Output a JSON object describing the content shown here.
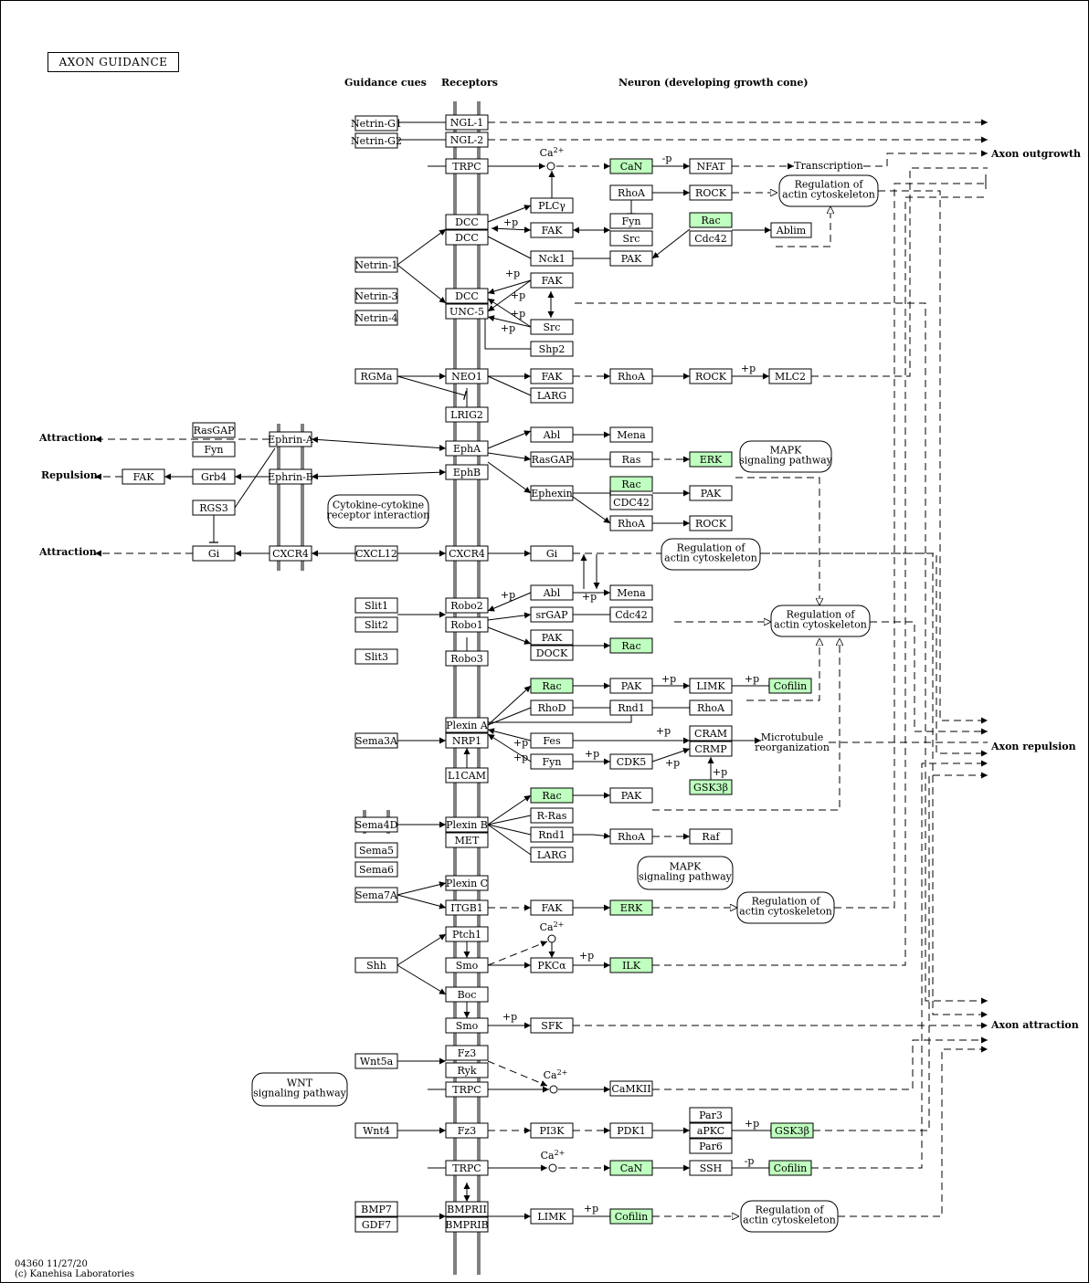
{
  "title": "AXON GUIDANCE",
  "headers": {
    "cues": "Guidance cues",
    "receptors": "Receptors",
    "neuron": "Neuron (developing growth cone)"
  },
  "outcomes": {
    "outgrowth": "Axon outgrowth",
    "repulsion": "Axon repulsion",
    "attraction": "Axon attraction",
    "attraction_left1": "Attraction",
    "repulsion_left": "Repulsion",
    "attraction_left2": "Attraction"
  },
  "footer": {
    "id": "04360 11/27/20",
    "copyright": "(c) Kanehisa Laboratories"
  },
  "colors": {
    "green": "#bfffbf",
    "white": "#ffffff",
    "membrane": "#808080"
  },
  "nodes": [
    [
      "n1",
      "Netrin-G1",
      388,
      126,
      46,
      16,
      "w"
    ],
    [
      "n2",
      "Netrin-G2",
      388,
      145,
      46,
      16,
      "w"
    ],
    [
      "n3",
      "NGL-1",
      487,
      125,
      46,
      16,
      "w"
    ],
    [
      "n4",
      "NGL-2",
      487,
      144,
      46,
      16,
      "w"
    ],
    [
      "n5",
      "TRPC",
      487,
      173,
      46,
      16,
      "w"
    ],
    [
      "n6",
      "CaN",
      667,
      173,
      46,
      16,
      "g"
    ],
    [
      "n7",
      "NFAT",
      754,
      173,
      46,
      16,
      "w"
    ],
    [
      "n8",
      "PLCγ",
      580,
      216,
      46,
      16,
      "w"
    ],
    [
      "n9",
      "RhoA",
      667,
      202,
      46,
      16,
      "w"
    ],
    [
      "n10",
      "ROCK",
      754,
      202,
      46,
      16,
      "w"
    ],
    [
      "n11",
      "DCC",
      487,
      234,
      46,
      16,
      "w"
    ],
    [
      "n12",
      "DCC",
      487,
      251,
      46,
      16,
      "w"
    ],
    [
      "n13",
      "FAK",
      580,
      243,
      46,
      16,
      "w"
    ],
    [
      "n14",
      "Fyn",
      667,
      233,
      46,
      16,
      "w"
    ],
    [
      "n15",
      "Src",
      667,
      252,
      46,
      16,
      "w"
    ],
    [
      "n16",
      "Rac",
      754,
      232,
      46,
      16,
      "g"
    ],
    [
      "n17",
      "Cdc42",
      754,
      252,
      46,
      16,
      "w"
    ],
    [
      "n18",
      "Ablim",
      843,
      243,
      44,
      16,
      "w"
    ],
    [
      "n19",
      "Netrin-1",
      388,
      281,
      46,
      16,
      "w"
    ],
    [
      "n20",
      "Nck1",
      580,
      274,
      46,
      16,
      "w"
    ],
    [
      "n21",
      "PAK",
      667,
      274,
      46,
      16,
      "w"
    ],
    [
      "n22",
      "FAK",
      580,
      298,
      46,
      16,
      "w"
    ],
    [
      "n23",
      "DCC",
      487,
      315,
      46,
      16,
      "w"
    ],
    [
      "n24",
      "UNC-5",
      487,
      332,
      46,
      16,
      "w"
    ],
    [
      "n25",
      "Netrin-3",
      388,
      315,
      46,
      16,
      "w"
    ],
    [
      "n26",
      "Netrin-4",
      388,
      339,
      46,
      16,
      "w"
    ],
    [
      "n27",
      "Src",
      580,
      349,
      46,
      16,
      "w"
    ],
    [
      "n28",
      "Shp2",
      580,
      373,
      46,
      16,
      "w"
    ],
    [
      "n29",
      "RGMa",
      388,
      403,
      46,
      16,
      "w"
    ],
    [
      "n30",
      "NEO1",
      487,
      403,
      46,
      16,
      "w"
    ],
    [
      "n31",
      "FAK",
      580,
      403,
      46,
      16,
      "w"
    ],
    [
      "n32",
      "RhoA",
      667,
      403,
      46,
      16,
      "w"
    ],
    [
      "n33",
      "ROCK",
      754,
      403,
      46,
      16,
      "w"
    ],
    [
      "n34",
      "MLC2",
      841,
      403,
      46,
      16,
      "w"
    ],
    [
      "n35",
      "LARG",
      580,
      424,
      46,
      16,
      "w"
    ],
    [
      "n36",
      "LRIG2",
      487,
      445,
      46,
      16,
      "w"
    ],
    [
      "n37",
      "RasGAP",
      210,
      462,
      46,
      16,
      "w"
    ],
    [
      "n38",
      "Fyn",
      210,
      483,
      46,
      16,
      "w"
    ],
    [
      "n39",
      "Ephrin-A",
      294,
      472,
      46,
      16,
      "w"
    ],
    [
      "n40",
      "EphA",
      487,
      482,
      46,
      16,
      "w"
    ],
    [
      "n41",
      "EphB",
      487,
      508,
      46,
      16,
      "w"
    ],
    [
      "n42",
      "Abl",
      580,
      467,
      46,
      16,
      "w"
    ],
    [
      "n43",
      "Mena",
      667,
      467,
      46,
      16,
      "w"
    ],
    [
      "n44",
      "RasGAP",
      580,
      494,
      46,
      16,
      "w"
    ],
    [
      "n45",
      "Ras",
      667,
      494,
      46,
      16,
      "w"
    ],
    [
      "n46",
      "ERK",
      754,
      494,
      46,
      16,
      "g"
    ],
    [
      "n47",
      "FAK",
      133,
      513,
      46,
      16,
      "w"
    ],
    [
      "n48",
      "Grb4",
      210,
      513,
      46,
      16,
      "w"
    ],
    [
      "n49",
      "Ephrin-B",
      294,
      513,
      46,
      16,
      "w"
    ],
    [
      "n50",
      "Rac",
      667,
      521,
      46,
      16,
      "g"
    ],
    [
      "n51",
      "CDC42",
      667,
      541,
      46,
      16,
      "w"
    ],
    [
      "n52",
      "Ephexin",
      580,
      531,
      46,
      16,
      "w"
    ],
    [
      "n53",
      "PAK",
      754,
      531,
      46,
      16,
      "w"
    ],
    [
      "n54",
      "RGS3",
      210,
      547,
      46,
      16,
      "w"
    ],
    [
      "n55",
      "RhoA",
      667,
      564,
      46,
      16,
      "w"
    ],
    [
      "n56",
      "ROCK",
      754,
      564,
      46,
      16,
      "w"
    ],
    [
      "n57",
      "Gi",
      210,
      597,
      46,
      16,
      "w"
    ],
    [
      "n58",
      "CXCR4",
      294,
      597,
      46,
      16,
      "w"
    ],
    [
      "n59",
      "CXCL12",
      388,
      597,
      46,
      16,
      "w"
    ],
    [
      "n60",
      "CXCR4",
      487,
      597,
      46,
      16,
      "w"
    ],
    [
      "n61",
      "Gi",
      580,
      597,
      46,
      16,
      "w"
    ],
    [
      "n62",
      "Abl",
      580,
      640,
      46,
      16,
      "w"
    ],
    [
      "n63",
      "Mena",
      667,
      640,
      46,
      16,
      "w"
    ],
    [
      "n64",
      "Slit1",
      388,
      654,
      46,
      16,
      "w"
    ],
    [
      "n65",
      "Robo2",
      487,
      654,
      46,
      16,
      "w"
    ],
    [
      "n66",
      "srGAP",
      580,
      664,
      46,
      16,
      "w"
    ],
    [
      "n67",
      "Cdc42",
      667,
      664,
      46,
      16,
      "w"
    ],
    [
      "n68",
      "Slit2",
      388,
      675,
      46,
      16,
      "w"
    ],
    [
      "n69",
      "Robo1",
      487,
      675,
      46,
      16,
      "w"
    ],
    [
      "n70",
      "PAK",
      580,
      689,
      46,
      16,
      "w"
    ],
    [
      "n71",
      "DOCK",
      580,
      706,
      46,
      16,
      "w"
    ],
    [
      "n72",
      "Rac",
      667,
      698,
      46,
      16,
      "g"
    ],
    [
      "n73",
      "Slit3",
      388,
      710,
      46,
      16,
      "w"
    ],
    [
      "n74",
      "Robo3",
      487,
      712,
      46,
      16,
      "w"
    ],
    [
      "n75",
      "Rac",
      580,
      742,
      46,
      16,
      "g"
    ],
    [
      "n76",
      "PAK",
      667,
      742,
      46,
      16,
      "w"
    ],
    [
      "n77",
      "LIMK",
      754,
      742,
      46,
      16,
      "w"
    ],
    [
      "n78",
      "Cofilin",
      841,
      742,
      46,
      16,
      "g"
    ],
    [
      "n79",
      "RhoD",
      580,
      766,
      46,
      16,
      "w"
    ],
    [
      "n80",
      "Rnd1",
      667,
      766,
      46,
      16,
      "w"
    ],
    [
      "n81",
      "RhoA",
      754,
      766,
      46,
      16,
      "w"
    ],
    [
      "n82",
      "Plexin A",
      487,
      785,
      46,
      16,
      "w"
    ],
    [
      "n83",
      "NRP1",
      487,
      802,
      46,
      16,
      "w"
    ],
    [
      "n84",
      "Sema3A",
      388,
      802,
      46,
      16,
      "w"
    ],
    [
      "n85",
      "Fes",
      580,
      802,
      46,
      16,
      "w"
    ],
    [
      "n86",
      "CRAM",
      754,
      794,
      46,
      16,
      "w"
    ],
    [
      "n87",
      "CRMP",
      754,
      811,
      46,
      16,
      "w"
    ],
    [
      "n88",
      "Fyn",
      580,
      825,
      46,
      16,
      "w"
    ],
    [
      "n89",
      "CDK5",
      667,
      825,
      46,
      16,
      "w"
    ],
    [
      "n90",
      "L1CAM",
      487,
      840,
      46,
      16,
      "w"
    ],
    [
      "n91",
      "GSK3β",
      754,
      853,
      46,
      16,
      "g"
    ],
    [
      "n92",
      "Rac",
      580,
      862,
      46,
      16,
      "g"
    ],
    [
      "n93",
      "PAK",
      667,
      862,
      46,
      16,
      "w"
    ],
    [
      "n94",
      "R-Ras",
      580,
      884,
      46,
      16,
      "w"
    ],
    [
      "n95",
      "Sema4D",
      388,
      894,
      46,
      16,
      "w"
    ],
    [
      "n96",
      "Plexin B",
      487,
      894,
      46,
      16,
      "w"
    ],
    [
      "n97",
      "MET",
      487,
      911,
      46,
      16,
      "w"
    ],
    [
      "n98",
      "Rnd1",
      580,
      905,
      46,
      16,
      "w"
    ],
    [
      "n99",
      "RhoA",
      667,
      907,
      46,
      16,
      "w"
    ],
    [
      "n100",
      "Raf",
      754,
      907,
      46,
      16,
      "w"
    ],
    [
      "n101",
      "Sema5",
      388,
      922,
      46,
      16,
      "w"
    ],
    [
      "n102",
      "LARG",
      580,
      927,
      46,
      16,
      "w"
    ],
    [
      "n103",
      "Sema6",
      388,
      943,
      46,
      16,
      "w"
    ],
    [
      "n104",
      "Plexin C",
      487,
      958,
      46,
      16,
      "w"
    ],
    [
      "n105",
      "Sema7A",
      388,
      971,
      46,
      16,
      "w"
    ],
    [
      "n106",
      "ITGB1",
      487,
      985,
      46,
      16,
      "w"
    ],
    [
      "n107",
      "FAK",
      580,
      985,
      46,
      16,
      "w"
    ],
    [
      "n108",
      "ERK",
      667,
      985,
      46,
      16,
      "g"
    ],
    [
      "n109",
      "Ptch1",
      487,
      1014,
      46,
      16,
      "w"
    ],
    [
      "n110",
      "Shh",
      388,
      1048,
      46,
      16,
      "w"
    ],
    [
      "n111",
      "Smo",
      487,
      1048,
      46,
      16,
      "w"
    ],
    [
      "n112",
      "PKCα",
      580,
      1048,
      46,
      16,
      "w"
    ],
    [
      "n113",
      "ILK",
      667,
      1048,
      46,
      16,
      "g"
    ],
    [
      "n114",
      "Boc",
      487,
      1080,
      46,
      16,
      "w"
    ],
    [
      "n115",
      "Smo",
      487,
      1114,
      46,
      16,
      "w"
    ],
    [
      "n116",
      "SFK",
      580,
      1114,
      46,
      16,
      "w"
    ],
    [
      "n117",
      "Fz3",
      487,
      1144,
      46,
      16,
      "w"
    ],
    [
      "n118",
      "Wnt5a",
      388,
      1153,
      46,
      16,
      "w"
    ],
    [
      "n119",
      "Ryk",
      487,
      1163,
      46,
      16,
      "w"
    ],
    [
      "n120",
      "TRPC",
      487,
      1184,
      46,
      16,
      "w"
    ],
    [
      "n121",
      "CaMKII",
      667,
      1183,
      46,
      16,
      "w"
    ],
    [
      "n122",
      "Par3",
      754,
      1212,
      46,
      16,
      "w"
    ],
    [
      "n123",
      "Wnt4",
      388,
      1229,
      46,
      16,
      "w"
    ],
    [
      "n124",
      "Fz3",
      487,
      1229,
      46,
      16,
      "w"
    ],
    [
      "n125",
      "PI3K",
      580,
      1229,
      46,
      16,
      "w"
    ],
    [
      "n126",
      "PDK1",
      667,
      1229,
      46,
      16,
      "w"
    ],
    [
      "n127",
      "aPKC",
      754,
      1229,
      46,
      16,
      "w"
    ],
    [
      "n128",
      "GSK3β",
      843,
      1229,
      46,
      16,
      "g"
    ],
    [
      "n129",
      "Par6",
      754,
      1246,
      46,
      16,
      "w"
    ],
    [
      "n130",
      "TRPC",
      487,
      1270,
      46,
      16,
      "w"
    ],
    [
      "n131",
      "CaN",
      667,
      1270,
      46,
      16,
      "g"
    ],
    [
      "n132",
      "SSH",
      754,
      1270,
      46,
      16,
      "w"
    ],
    [
      "n133",
      "Cofilin",
      841,
      1270,
      46,
      16,
      "g"
    ],
    [
      "n134",
      "BMP7",
      388,
      1315,
      46,
      16,
      "w"
    ],
    [
      "n135",
      "GDF7",
      388,
      1332,
      46,
      16,
      "w"
    ],
    [
      "n136",
      "BMPRII",
      487,
      1315,
      46,
      16,
      "w"
    ],
    [
      "n137",
      "BMPRIB",
      487,
      1332,
      46,
      16,
      "w"
    ],
    [
      "n138",
      "LIMK",
      580,
      1323,
      46,
      16,
      "w"
    ],
    [
      "n139",
      "Cofilin",
      667,
      1323,
      46,
      16,
      "g"
    ]
  ],
  "bubbles": [
    [
      "b1",
      [
        "Regulation of",
        "actin cytoskeleton"
      ],
      852,
      191,
      108,
      34
    ],
    [
      "b2",
      [
        "MAPK",
        "signaling pathway"
      ],
      809,
      482,
      100,
      34
    ],
    [
      "b3",
      [
        "Cytokine-cytokine",
        "receptor interaction"
      ],
      358,
      541,
      110,
      36
    ],
    [
      "b4",
      [
        "Regulation of",
        "actin cytoskeleton"
      ],
      723,
      589,
      108,
      34
    ],
    [
      "b5",
      [
        "Regulation of",
        "actin cytoskeleton"
      ],
      843,
      662,
      108,
      34
    ],
    [
      "b6",
      [
        "MAPK",
        "signaling pathway"
      ],
      697,
      937,
      104,
      36
    ],
    [
      "b7",
      [
        "Regulation of",
        "actin cytoskeleton"
      ],
      806,
      976,
      106,
      34
    ],
    [
      "b8",
      [
        "WNT",
        "signaling pathway"
      ],
      275,
      1174,
      104,
      36
    ],
    [
      "b9",
      [
        "Regulation of",
        "actin cytoskeleton"
      ],
      810,
      1314,
      106,
      34
    ]
  ],
  "small_labels": [
    [
      "Ca2+",
      603,
      170
    ],
    [
      "-p",
      729,
      176
    ],
    [
      "Transcription",
      906,
      184
    ],
    [
      "+p",
      558,
      246
    ],
    [
      "+p",
      560,
      302
    ],
    [
      "+p",
      566,
      326
    ],
    [
      "+p",
      566,
      346
    ],
    [
      "+p",
      555,
      362
    ],
    [
      "+p",
      818,
      406
    ],
    [
      "+p",
      555,
      654
    ],
    [
      "+p",
      644,
      656
    ],
    [
      "+p",
      731,
      746
    ],
    [
      "+p",
      822,
      746
    ],
    [
      "+p",
      725,
      803
    ],
    [
      "+p",
      569,
      816
    ],
    [
      "+p",
      569,
      832
    ],
    [
      "+p",
      647,
      828
    ],
    [
      "+p",
      735,
      838
    ],
    [
      "+p",
      787,
      848
    ],
    [
      "Microtubule",
      866,
      810
    ],
    [
      "reorganization",
      866,
      821
    ],
    [
      "Ca2+",
      603,
      1018
    ],
    [
      "+p",
      641,
      1049
    ],
    [
      "+p",
      557,
      1116
    ],
    [
      "Ca2+",
      607,
      1180
    ],
    [
      "+p",
      822,
      1233
    ],
    [
      "Ca2+",
      604,
      1268
    ],
    [
      "-p",
      819,
      1274
    ],
    [
      "+p",
      646,
      1326
    ]
  ]
}
